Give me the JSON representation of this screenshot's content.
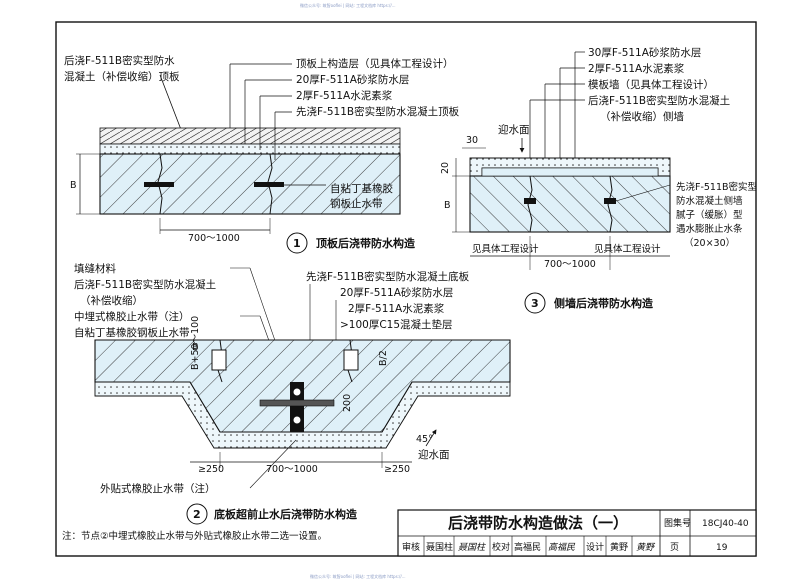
{
  "watermark": {
    "top": "微信公众号: 筑智ooflei | 网站: 工程文档库 https://... ",
    "bottom": "微信公众号: 筑智ooflei | 网站: 工程文档库 https://... "
  },
  "detail1": {
    "left_label": [
      "后浇F-511B密实型防水",
      "混凝土（补偿收缩）顶板"
    ],
    "right_labels": [
      "顶板上构造层（见具体工程设计）",
      "20厚F-511A砂浆防水层",
      "2厚F-511A水泥素浆",
      "先浇F-511B密实型防水混凝土顶板"
    ],
    "side_label": [
      "自粘丁基橡胶",
      "钢板止水带"
    ],
    "dim_width": "700～1000",
    "dim_thickness": "B",
    "number": "1",
    "caption": "顶板后浇带防水构造"
  },
  "detail3": {
    "labels": [
      "30厚F-511A砂浆防水层",
      "2厚F-511A水泥素浆",
      "模板墙（见具体工程设计）",
      "后浇F-511B密实型防水混凝土",
      "（补偿收缩）侧墙"
    ],
    "water_face": "迎水面",
    "dim_30": "30",
    "dim_20": "20",
    "dim_b": "B",
    "side_labels": [
      "先浇F-511B密实型",
      "防水混凝土侧墙",
      "腻子（缓胀）型",
      "遇水膨胀止水条",
      "（20×30）"
    ],
    "bottom_left": "见具体工程设计",
    "bottom_right": "见具体工程设计",
    "dim_width": "700～1000",
    "number": "3",
    "caption": "侧墙后浇带防水构造"
  },
  "detail2": {
    "left_labels": [
      "填缝材料",
      "后浇F-511B密实型防水混凝土",
      "（补偿收缩）",
      "中埋式橡胶止水带（注）",
      "自粘丁基橡胶钢板止水带"
    ],
    "right_labels": [
      "先浇F-511B密实型防水混凝土底板",
      "20厚F-511A砂浆防水层",
      "2厚F-511A水泥素浆",
      ">100厚C15混凝土垫层"
    ],
    "dim_b": "B",
    "dim_b2": "B/2",
    "dim_left": "B+50～100",
    "dim_200": "200",
    "dim_angle": "45°",
    "water_face": "迎水面",
    "dim_250_left": "≥250",
    "dim_width": "700～1000",
    "dim_250_right": "≥250",
    "bottom_label": "外贴式橡胶止水带（注）",
    "number": "2",
    "caption": "底板超前止水后浇带防水构造"
  },
  "note": "注：节点②中埋式橡胶止水带与外贴式橡胶止水带二选一设置。",
  "title_block": {
    "title": "后浇带防水构造做法（一）",
    "atlas_label": "图集号",
    "atlas_no": "18CJ40-40",
    "review_label": "审核",
    "reviewer": "聂国柱",
    "reviewer_sig": "聂国柱",
    "check_label": "校对",
    "checker": "高福民",
    "checker_sig": "高福民",
    "design_label": "设计",
    "designer": "黄野",
    "designer_sig": "黄野",
    "page_label": "页",
    "page_no": "19"
  },
  "colors": {
    "concrete": "#dff0f8",
    "line": "#111111",
    "hatch": "#2a2a2a"
  }
}
